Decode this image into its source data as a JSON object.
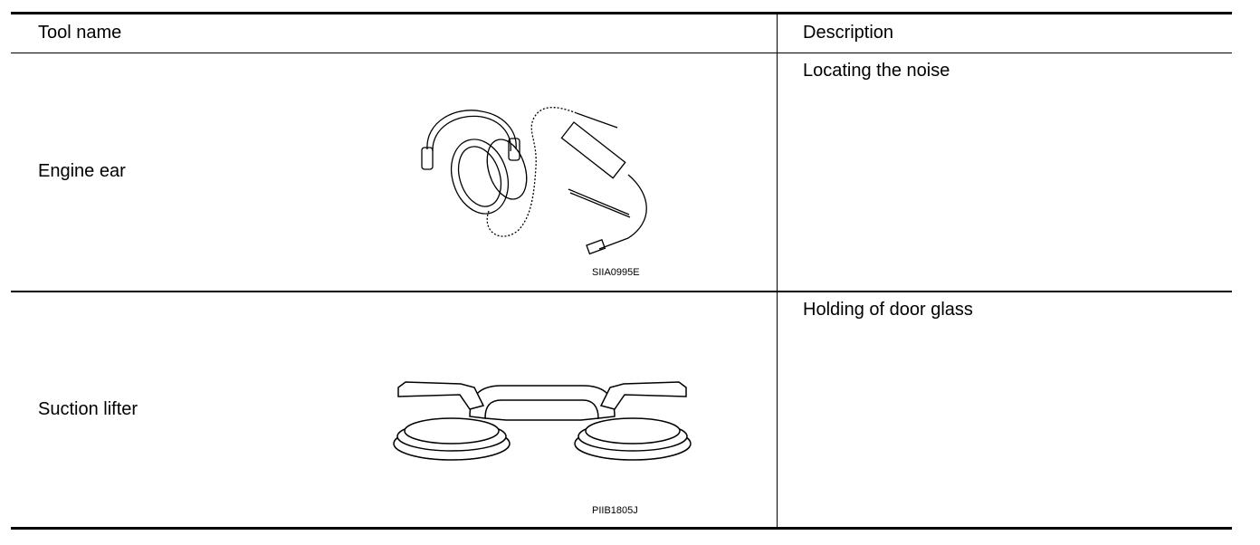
{
  "table": {
    "headers": {
      "tool_name": "Tool name",
      "description": "Description"
    },
    "rows": [
      {
        "tool_name": "Engine ear",
        "description": "Locating the noise",
        "figure": {
          "code": "SIIA0995E",
          "icon": "engine-ear-icon"
        }
      },
      {
        "tool_name": "Suction lifter",
        "description": "Holding of door glass",
        "figure": {
          "code": "PIIB1805J",
          "icon": "suction-lifter-icon"
        }
      }
    ]
  }
}
